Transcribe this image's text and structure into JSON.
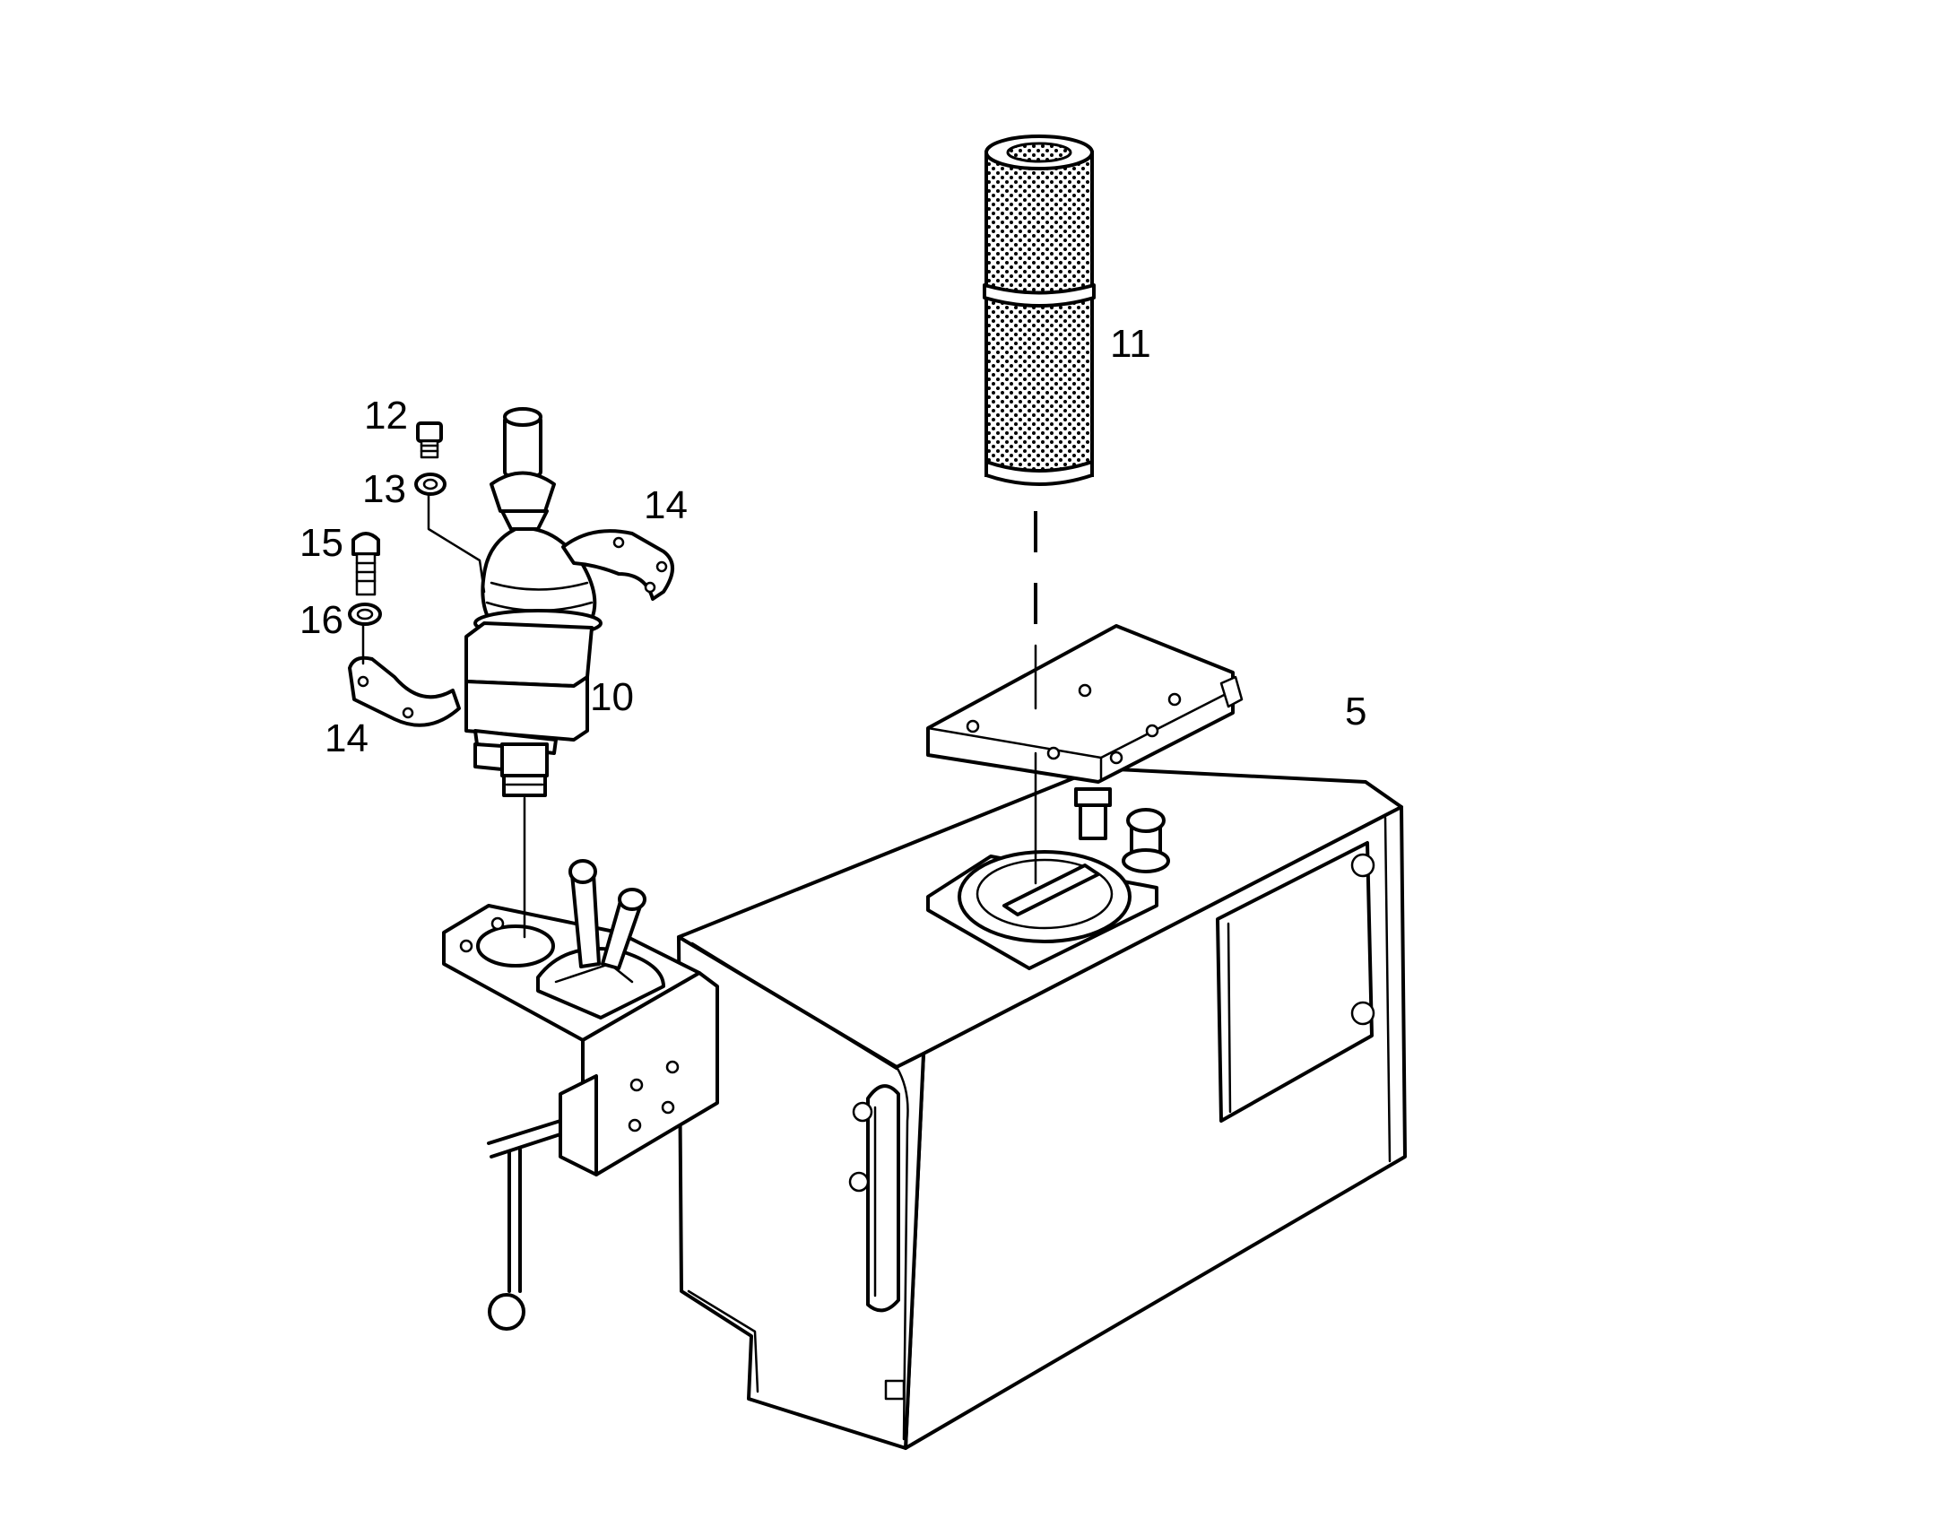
{
  "labels": {
    "tank": "5",
    "valve": "10",
    "filter": "11",
    "screw": "12",
    "washer_top": "13",
    "bracket_right": "14",
    "bracket_left": "14",
    "bolt": "15",
    "washer_bottom": "16"
  },
  "colors": {
    "line": "#000000",
    "background": "#ffffff"
  }
}
